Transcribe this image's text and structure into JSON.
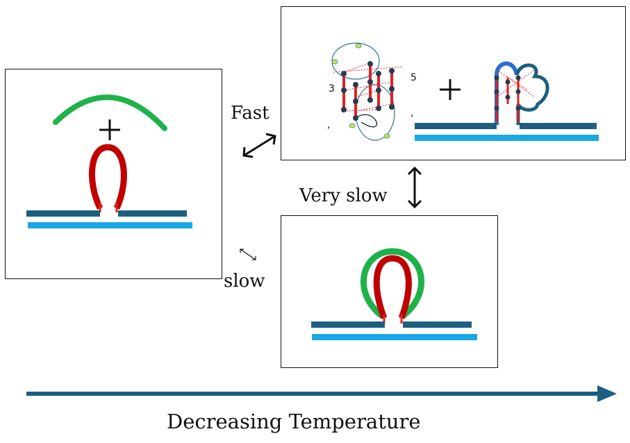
{
  "labels": {
    "fast": "Fast",
    "very_slow": "Very slow",
    "slow": "slow",
    "axis": "Decreasing Temperature",
    "g4_left_numbers": [
      "3",
      "5",
      ",",
      ","
    ]
  },
  "colors": {
    "hairpin": "#c00000",
    "complement": "#1fb24a",
    "dark_strand": "#1d5f80",
    "light_strand": "#1aa7e6",
    "arrow": "#1d5f80"
  }
}
